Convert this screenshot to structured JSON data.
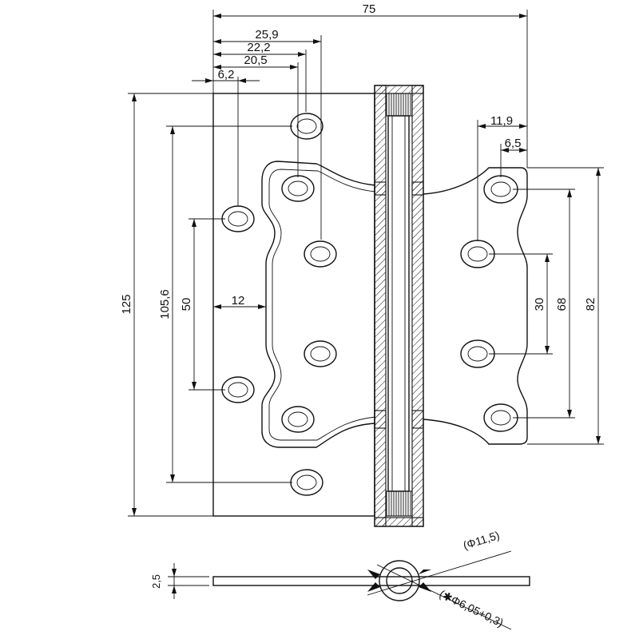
{
  "dimensions": {
    "overall_width": "75",
    "hole_25_9": "25,9",
    "hole_22_2": "22,2",
    "hole_20_5": "20,5",
    "hole_6_2": "6,2",
    "right_11_9": "11,9",
    "right_6_5": "6,5",
    "overall_height": "125",
    "left_holes_span": "105,6",
    "left_inner_span": "50",
    "leaf_edge_12": "12",
    "right_30": "30",
    "right_68": "68",
    "right_82": "82",
    "thickness": "2,5",
    "outer_diameter": "(Φ11,5)",
    "pin_diameter": "(✱Φ6,05+0,3)"
  },
  "colors": {
    "line": "#111111",
    "background": "#ffffff"
  }
}
